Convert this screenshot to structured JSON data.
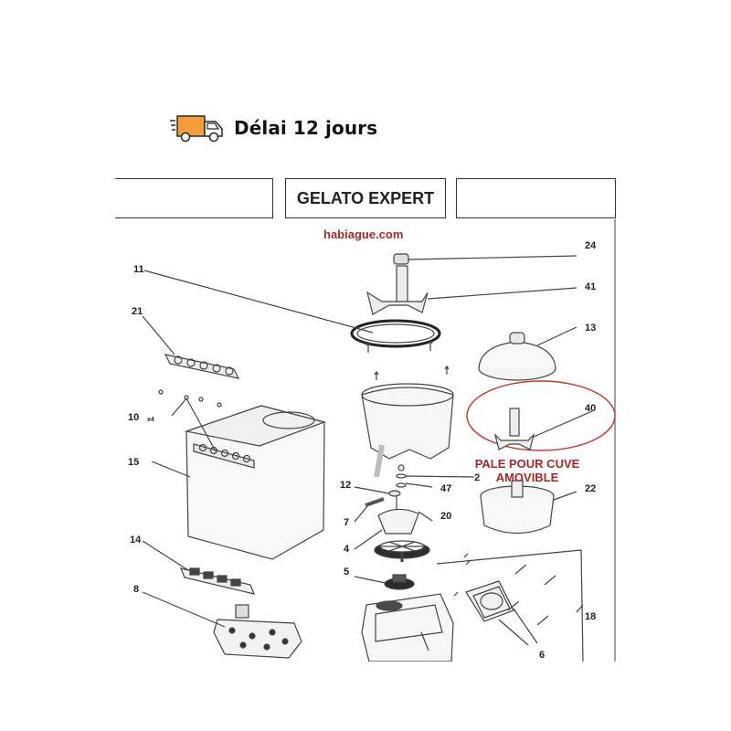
{
  "badge": {
    "icon": "delivery-truck-icon",
    "text": "Délai 12 jours",
    "accent": "#f39c3c"
  },
  "sheet": {
    "title": "GELATO EXPERT",
    "website": "habiague.com",
    "note_line1": "PALE POUR CUVE",
    "note_line2": "AMOVIBLE",
    "note_color": "#a3292e",
    "highlight_ref": "40"
  },
  "callouts": [
    "24",
    "41",
    "11",
    "21",
    "13",
    "40",
    "10",
    "x4",
    "15",
    "12",
    "47",
    "2",
    "22",
    "7",
    "20",
    "4",
    "14",
    "5",
    "8",
    "18",
    "6"
  ]
}
